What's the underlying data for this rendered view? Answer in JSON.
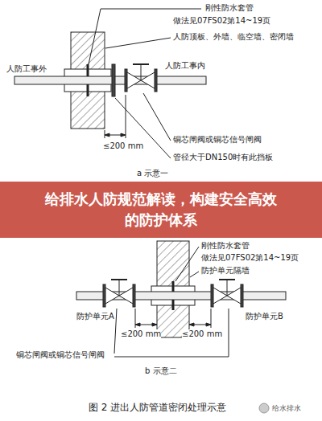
{
  "diagram": {
    "caption": "图 2 进出人防管道密闭处理示意",
    "nodes": [
      {
        "text": [
          "给排水人防规范解读，构建安全高效的防护体系"
        ]
      }
    ],
    "labels": [
      "刚性防水套管",
      "做法见07FS02第14~19页",
      "人防顶板、外墙、临空墙、密闭墙",
      "人防工事外",
      "人防工事内",
      "≤200 mm",
      "铜芯闸阀或铜芯信号闸阀",
      "管径大于DN150时有此挡板",
      "a 示意一",
      "刚性防水套管",
      "做法见07FS02第14~19页",
      "防护单元隔墙",
      "防护单元A",
      "≤200 mm",
      "≤200 mm",
      "防护单元B",
      "铜芯闸阀或铜芯信号闸阀",
      "b 示意二",
      "给水排水"
    ]
  }
}
